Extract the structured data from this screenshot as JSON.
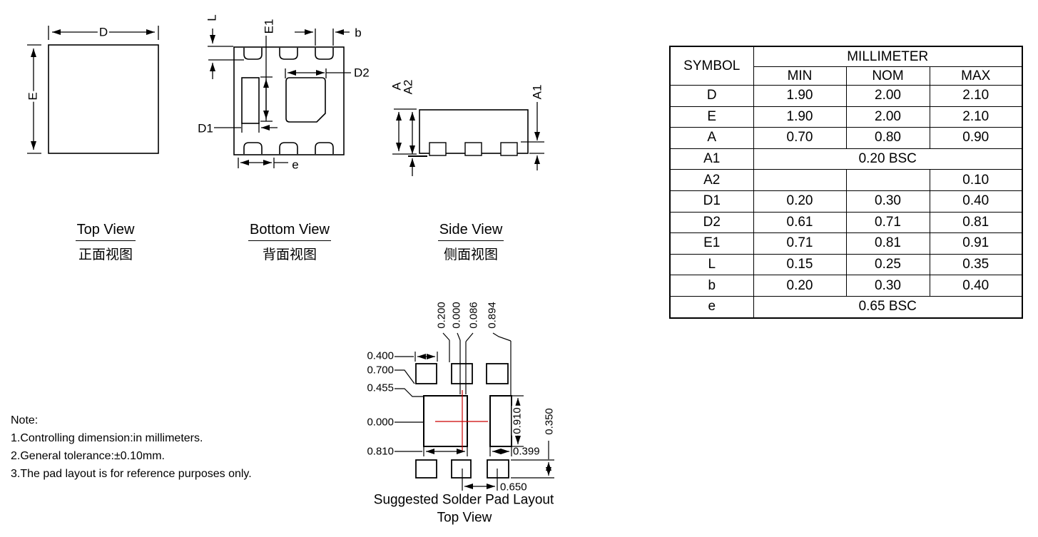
{
  "colors": {
    "line": "#000000",
    "centerline": "#cc0000",
    "background": "#ffffff"
  },
  "top_view": {
    "title": "Top View",
    "subtitle_zh": "正面视图",
    "dim_d": "D",
    "dim_e": "E"
  },
  "bottom_view": {
    "title": "Bottom View",
    "subtitle_zh": "背面视图",
    "dim_l": "L",
    "dim_e1": "E1",
    "dim_b": "b",
    "dim_d2": "D2",
    "dim_d1": "D1",
    "dim_e": "e"
  },
  "side_view": {
    "title": "Side View",
    "subtitle_zh": "侧面视图",
    "dim_a": "A",
    "dim_a2": "A2",
    "dim_a1": "A1"
  },
  "pad_layout": {
    "caption_line1": "Suggested Solder Pad Layout",
    "caption_line2": "Top View",
    "top_labels": [
      "0.200",
      "0.000",
      "0.086",
      "0.894"
    ],
    "left_labels": [
      "0.400",
      "0.700",
      "0.455",
      "0.000",
      "0.810"
    ],
    "right_v1": "0.910",
    "right_v2": "0.350",
    "right_h1": "0.399",
    "bottom_h1": "0.650"
  },
  "notes": {
    "heading": "Note:",
    "items": [
      "1.Controlling dimension:in millimeters.",
      "2.General tolerance:±0.10mm.",
      "3.The pad layout is for reference purposes only."
    ]
  },
  "table": {
    "header_symbol": "SYMBOL",
    "header_unit": "MILLIMETER",
    "subheaders": [
      "MIN",
      "NOM",
      "MAX"
    ],
    "rows": [
      {
        "symbol": "D",
        "min": "1.90",
        "nom": "2.00",
        "max": "2.10"
      },
      {
        "symbol": "E",
        "min": "1.90",
        "nom": "2.00",
        "max": "2.10"
      },
      {
        "symbol": "A",
        "min": "0.70",
        "nom": "0.80",
        "max": "0.90"
      },
      {
        "symbol": "A1",
        "span": "0.20 BSC"
      },
      {
        "symbol": "A2",
        "min": "",
        "nom": "",
        "max": "0.10"
      },
      {
        "symbol": "D1",
        "min": "0.20",
        "nom": "0.30",
        "max": "0.40"
      },
      {
        "symbol": "D2",
        "min": "0.61",
        "nom": "0.71",
        "max": "0.81"
      },
      {
        "symbol": "E1",
        "min": "0.71",
        "nom": "0.81",
        "max": "0.91"
      },
      {
        "symbol": "L",
        "min": "0.15",
        "nom": "0.25",
        "max": "0.35"
      },
      {
        "symbol": "b",
        "min": "0.20",
        "nom": "0.30",
        "max": "0.40"
      },
      {
        "symbol": "e",
        "span": "0.65 BSC"
      }
    ]
  }
}
